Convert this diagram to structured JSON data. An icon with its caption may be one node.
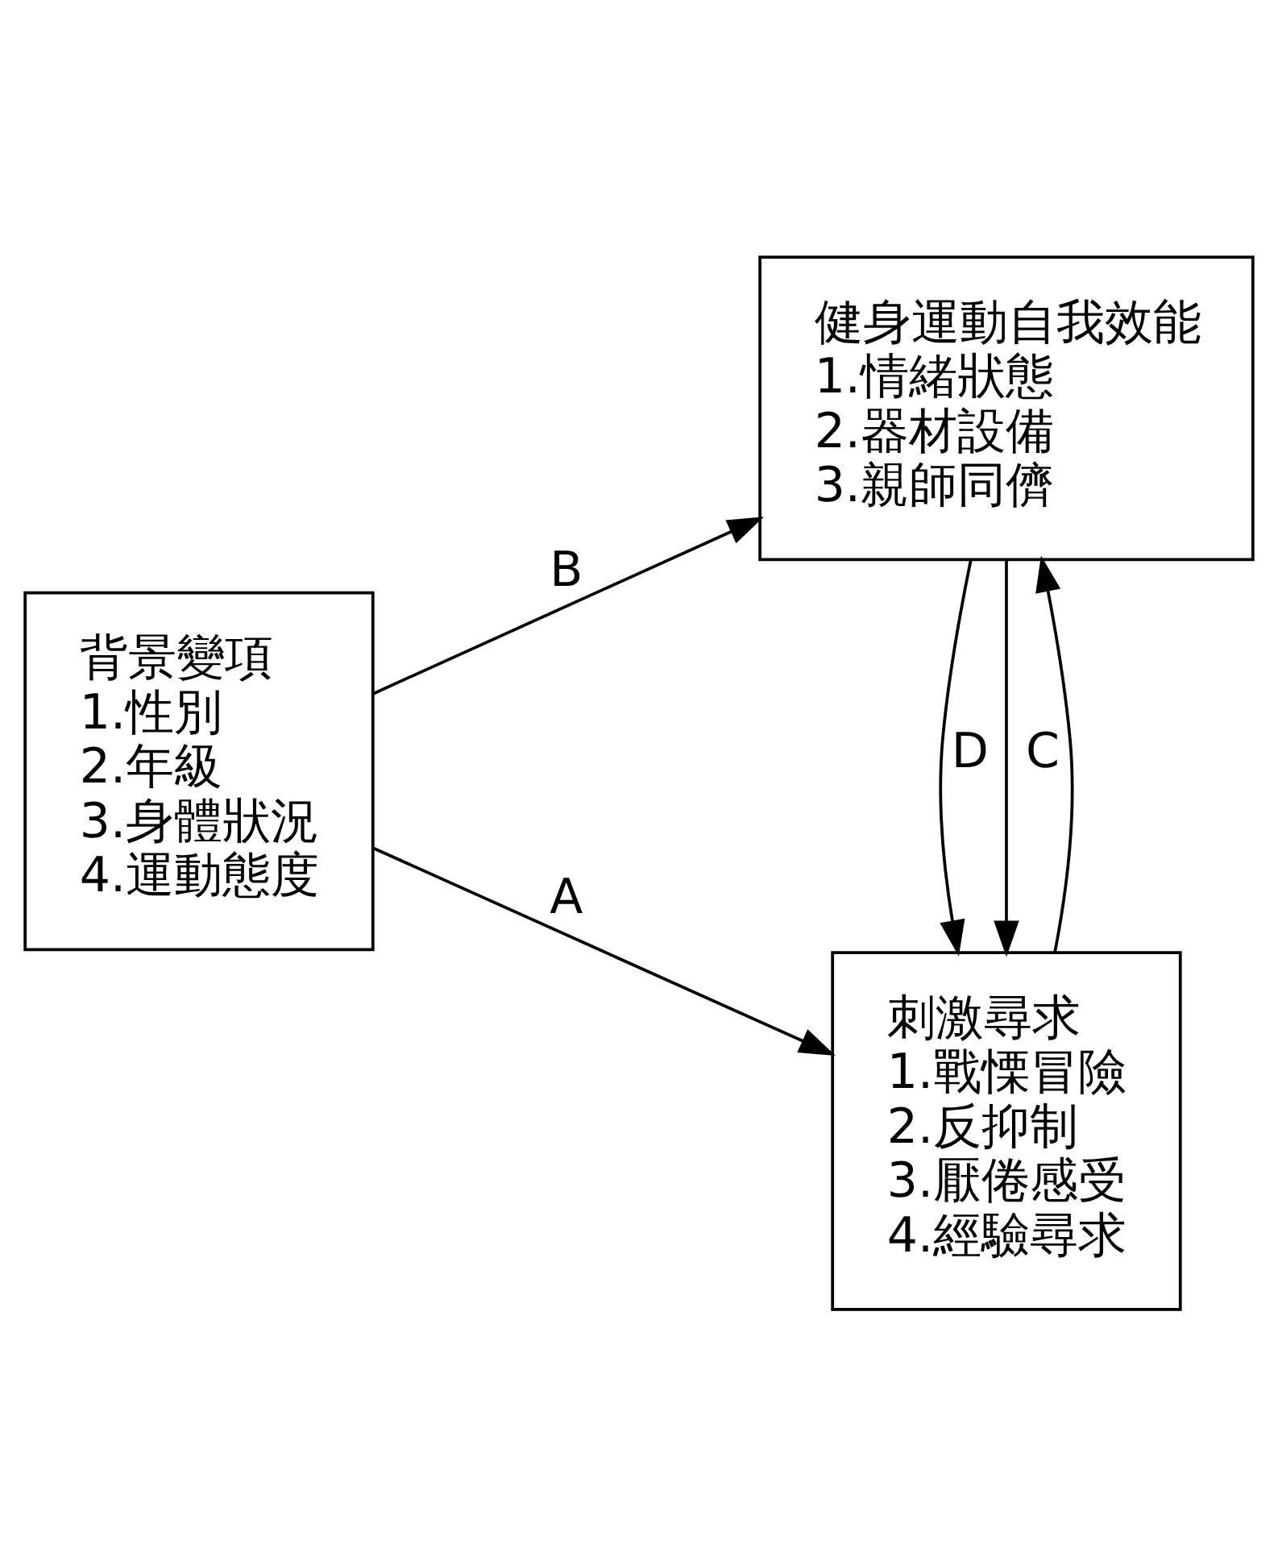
{
  "diagram": {
    "nodes": [
      {
        "text": [
          "背景變項",
          "1.性別",
          "2.年級",
          "3.身體狀況",
          "4.運動態度"
        ]
      },
      {
        "text": [
          "刺激尋求",
          "1.戰慄冒險",
          "2.反抑制",
          "3.厭倦感受",
          "4.經驗尋求"
        ]
      },
      {
        "text": [
          "健身運動自我效能",
          "1.情緒狀態",
          "2.器材設備",
          "3.親師同儕"
        ]
      }
    ],
    "edges": [
      {
        "from": 0,
        "to": 1,
        "arrow": "to",
        "label": "A"
      },
      {
        "from": 0,
        "to": 2,
        "arrow": "to",
        "label": "B"
      },
      {
        "from": 1,
        "to": 2,
        "arrow": "to",
        "label": "C"
      },
      {
        "from": 2,
        "to": 1,
        "arrow": "to"
      },
      {
        "from": 2,
        "to": 1,
        "arrow": "to",
        "label": "D"
      }
    ]
  }
}
